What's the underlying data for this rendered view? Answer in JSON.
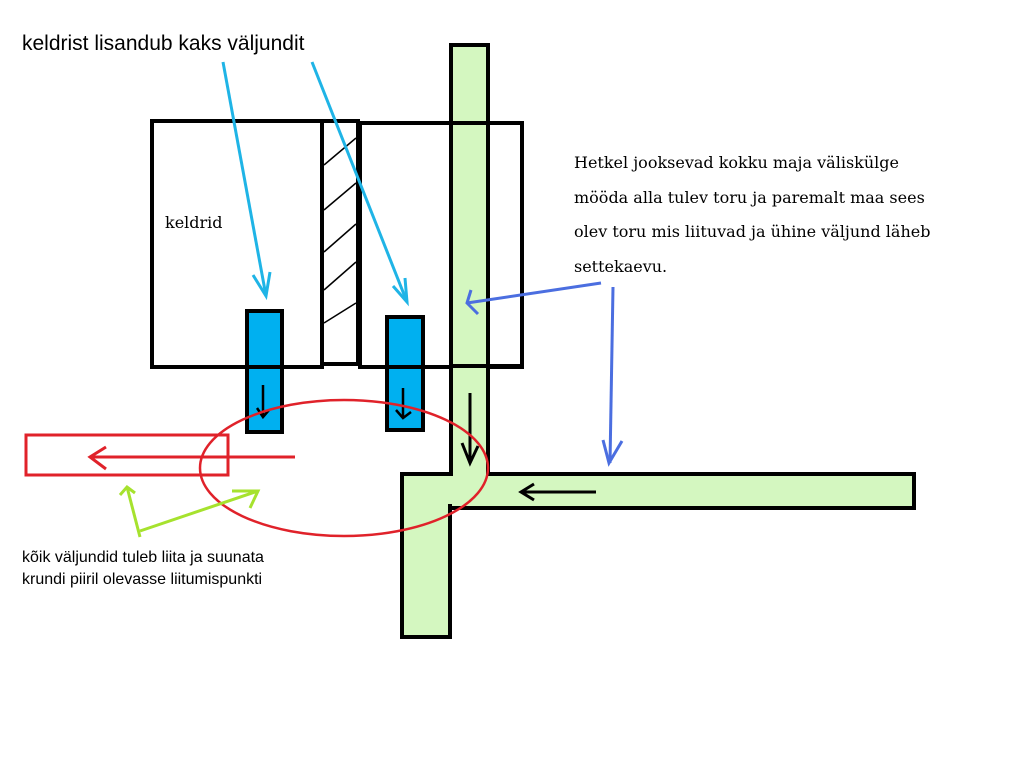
{
  "title": "keldrist lisandub kaks väljundit",
  "basement_label": "keldrid",
  "note_lines": [
    "Hetkel jooksevad kokku maja väliskülge",
    "mööda alla tulev toru ja paremalt maa sees",
    "olev toru mis liituvad ja ühine väljund läheb",
    "settekaevu."
  ],
  "bottom_note_lines": [
    "kõik väljundid tuleb liita ja suunata",
    "krundi piiril olevasse liitumispunkti"
  ],
  "colors": {
    "outline": "#000000",
    "outlet": "#00b0f0",
    "pipe": "#d4f7c0",
    "callout_cyan": "#1fb4e6",
    "callout_blue": "#4b6ee0",
    "new_connection": "#e0222a",
    "callout_green": "#a6e22e"
  }
}
